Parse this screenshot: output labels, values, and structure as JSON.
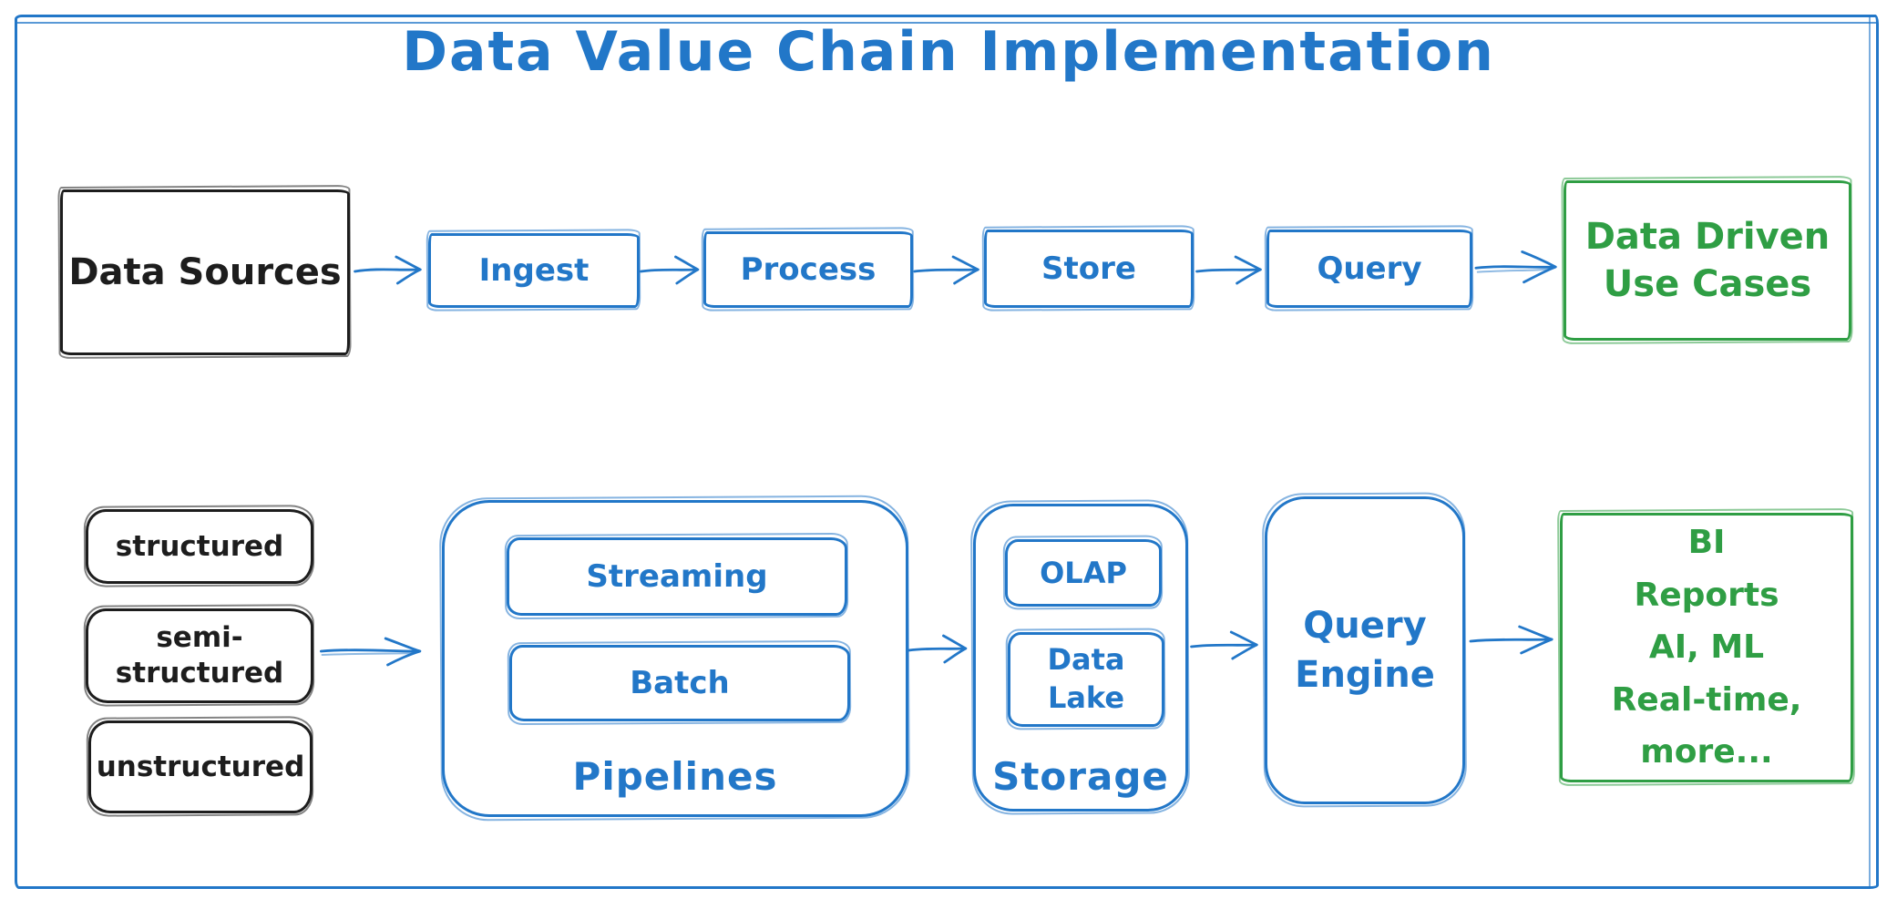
{
  "title": "Data Value Chain Implementation",
  "colors": {
    "blue": "#2277c8",
    "green": "#2f9e44",
    "black": "#1d1d1d"
  },
  "top_flow": {
    "source": "Data Sources",
    "steps": [
      "Ingest",
      "Process",
      "Store",
      "Query"
    ],
    "outcome_lines": [
      "Data Driven",
      "Use Cases"
    ]
  },
  "bottom_flow": {
    "source_types": [
      {
        "lines": [
          "structured"
        ]
      },
      {
        "lines": [
          "semi-",
          "structured"
        ]
      },
      {
        "lines": [
          "unstructured"
        ]
      }
    ],
    "pipelines": {
      "label": "Pipelines",
      "items": [
        "Streaming",
        "Batch"
      ]
    },
    "storage": {
      "label": "Storage",
      "items": [
        {
          "lines": [
            "OLAP"
          ]
        },
        {
          "lines": [
            "Data",
            "Lake"
          ]
        }
      ]
    },
    "query_engine_lines": [
      "Query",
      "Engine"
    ],
    "outcome_lines": [
      "BI",
      "Reports",
      "AI, ML",
      "Real-time,",
      "more..."
    ]
  }
}
